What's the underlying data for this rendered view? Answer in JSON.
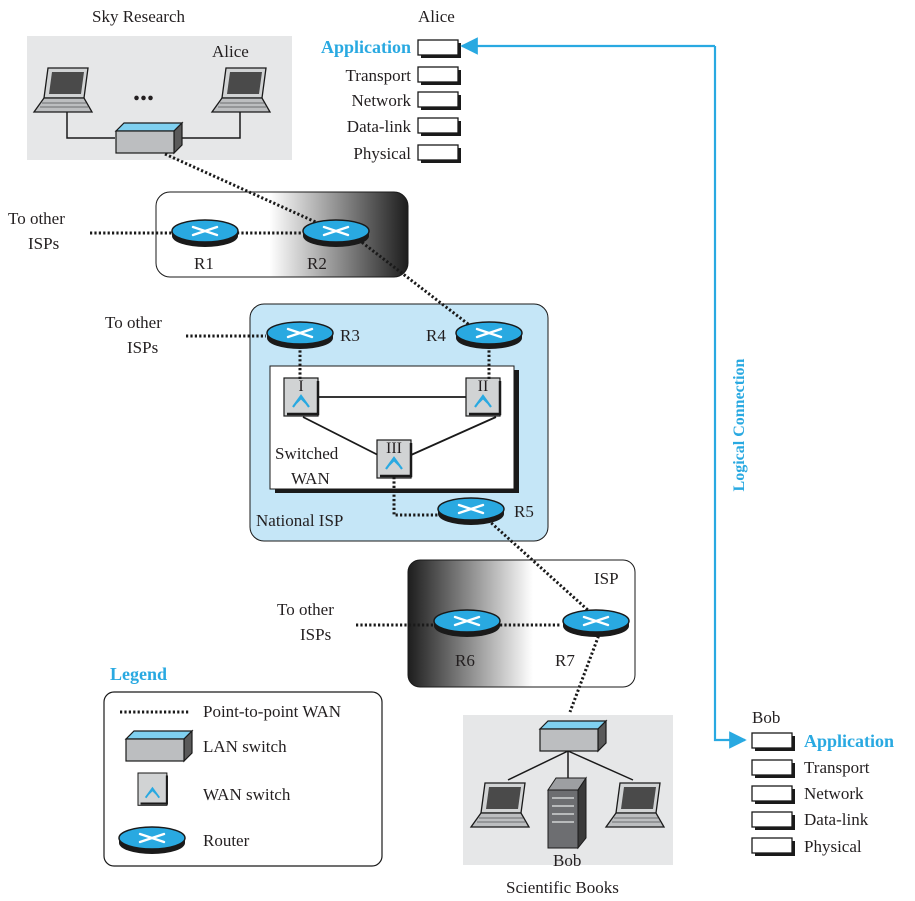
{
  "colors": {
    "accent": "#29a9e1",
    "router_fill": "#29a9e1",
    "national_isp_fill": "#c5e6f7",
    "site_fill": "#e6e7e8",
    "wan_switch_fill": "#d1d3d4"
  },
  "sites": {
    "sky_research": {
      "label": "Sky Research",
      "host_label": "Alice",
      "ellipsis": "..."
    },
    "scientific_books": {
      "label": "Scientific Books",
      "host_label": "Bob"
    }
  },
  "networks": {
    "national_isp": "National ISP",
    "switched_wan_line1": "Switched",
    "switched_wan_line2": "WAN",
    "isp": "ISP"
  },
  "other_isps": {
    "line1": "To other",
    "line2": "ISPs"
  },
  "routers": {
    "r1": "R1",
    "r2": "R2",
    "r3": "R3",
    "r4": "R4",
    "r5": "R5",
    "r6": "R6",
    "r7": "R7"
  },
  "wan_switches": {
    "s1": "I",
    "s2": "II",
    "s3": "III"
  },
  "stacks": {
    "alice": {
      "owner": "Alice",
      "layers": [
        "Application",
        "Transport",
        "Network",
        "Data-link",
        "Physical"
      ]
    },
    "bob": {
      "owner": "Bob",
      "layers": [
        "Application",
        "Transport",
        "Network",
        "Data-link",
        "Physical"
      ]
    }
  },
  "logical_connection": "Logical Connection",
  "legend": {
    "title": "Legend",
    "items": [
      {
        "icon": "point-to-point-wan-icon",
        "label": "Point-to-point WAN"
      },
      {
        "icon": "lan-switch-icon",
        "label": "LAN switch"
      },
      {
        "icon": "wan-switch-icon",
        "label": "WAN switch"
      },
      {
        "icon": "router-icon",
        "label": "Router"
      }
    ]
  }
}
